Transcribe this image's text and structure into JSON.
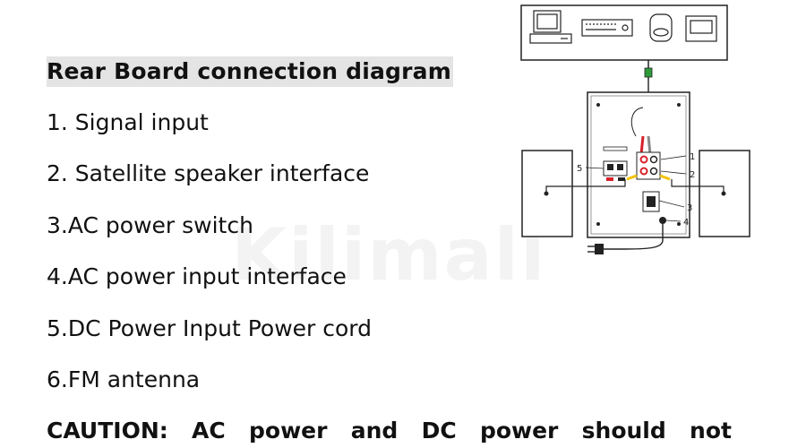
{
  "document": {
    "title": "Rear Board connection diagram",
    "items": [
      "1. Signal input",
      "2. Satellite speaker interface",
      "3.AC power switch",
      "4.AC power input interface",
      "5.DC Power Input Power cord",
      "6.FM antenna"
    ],
    "caution_words": [
      "CAUTION:",
      "AC",
      "power",
      "and",
      "DC",
      "power",
      "should",
      "not"
    ]
  },
  "watermark": {
    "text": "Kilimall"
  },
  "diagram": {
    "callouts": [
      "1",
      "2",
      "3",
      "4",
      "5"
    ]
  },
  "colors": {
    "title_highlight": "#e4e4e4",
    "plug_green": "#2e9a3b",
    "cable_red": "#d8202a",
    "cable_yellow": "#f2c200"
  }
}
